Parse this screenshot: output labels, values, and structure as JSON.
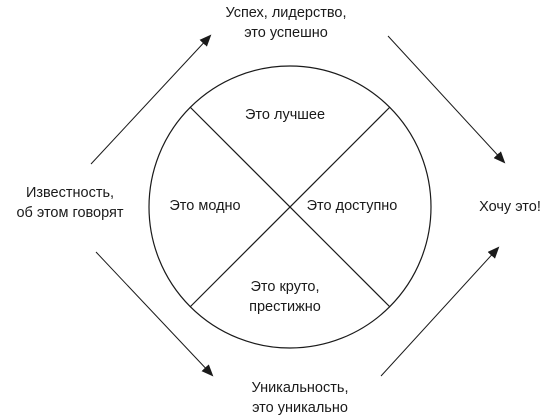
{
  "outer": {
    "top": [
      "Успех, лидерство,",
      "это успешно"
    ],
    "left": [
      "Известность,",
      "об этом говорят"
    ],
    "right": [
      "Хочу это!"
    ],
    "bottom": [
      "Уникальность,",
      "это уникально"
    ]
  },
  "quadrants": {
    "top": [
      "Это лучшее"
    ],
    "left": [
      "Это модно"
    ],
    "right": [
      "Это доступно"
    ],
    "bottom": [
      "Это круто,",
      "престижно"
    ]
  },
  "colors": {
    "stroke": "#1a1a1a",
    "background": "#ffffff"
  }
}
